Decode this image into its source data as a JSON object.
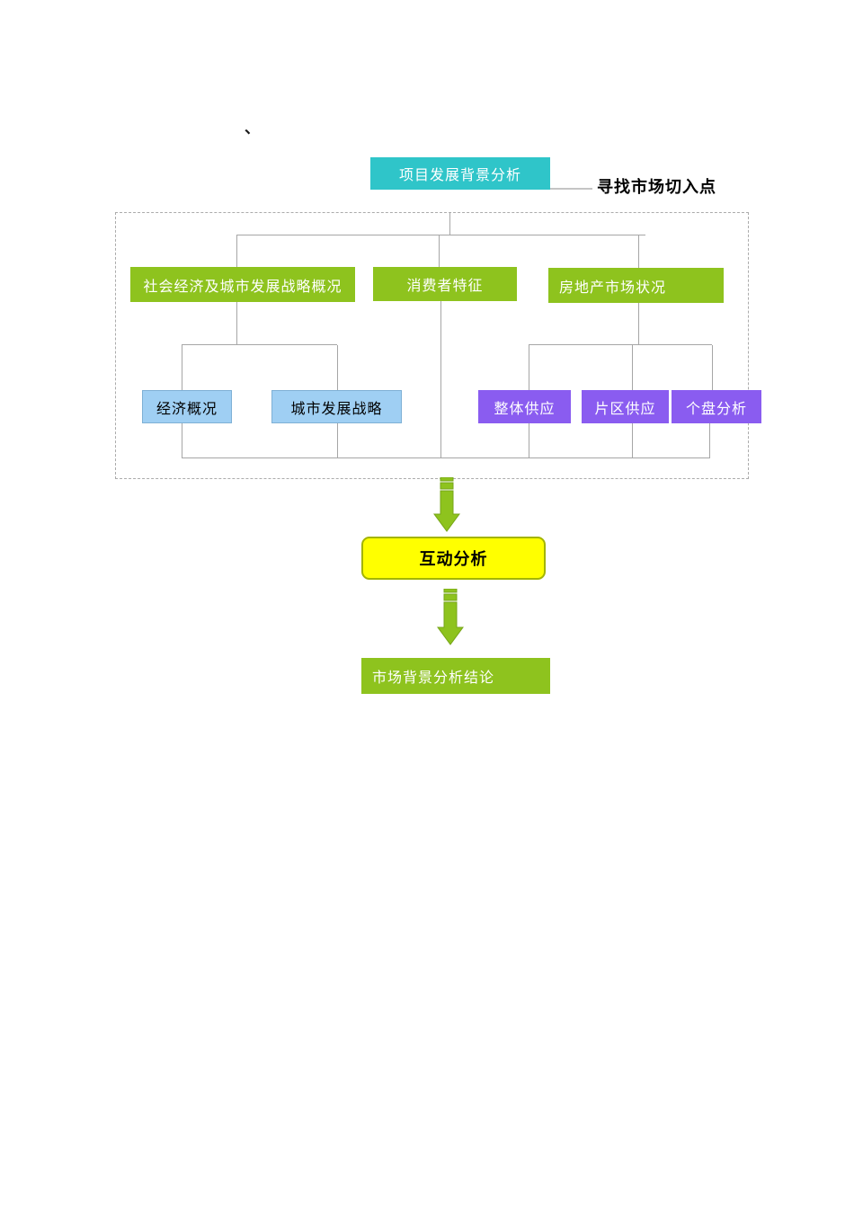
{
  "page": {
    "stray_mark": "、"
  },
  "root": {
    "label": "项目发展背景分析"
  },
  "side_note": {
    "label": "寻找市场切入点"
  },
  "level1": {
    "social": {
      "label": "社会经济及城市发展战略概况"
    },
    "consumer": {
      "label": "消费者特征"
    },
    "realestate": {
      "label": "房地产市场状况"
    }
  },
  "level2": {
    "economy": {
      "label": "经济概况"
    },
    "city_strategy": {
      "label": "城市发展战略"
    },
    "overall_supply": {
      "label": "整体供应"
    },
    "district_supply": {
      "label": "片区供应"
    },
    "project_analysis": {
      "label": "个盘分析"
    }
  },
  "flow": {
    "interaction": {
      "label": "互动分析"
    },
    "conclusion": {
      "label": "市场背景分析结论"
    }
  },
  "icons": {
    "down_arrow": "down-arrow"
  },
  "colors": {
    "teal": "#2FC5C9",
    "green": "#8EC31E",
    "blue_fill": "#9FCFF3",
    "blue_border": "#7EB0D5",
    "purple": "#8A5CF0",
    "yellow_fill": "#FFFF00",
    "yellow_border": "#A3B400",
    "arrow_green": "#8EC31E",
    "arrow_outline": "#76A518",
    "connector_gray": "#A6A6A6"
  }
}
